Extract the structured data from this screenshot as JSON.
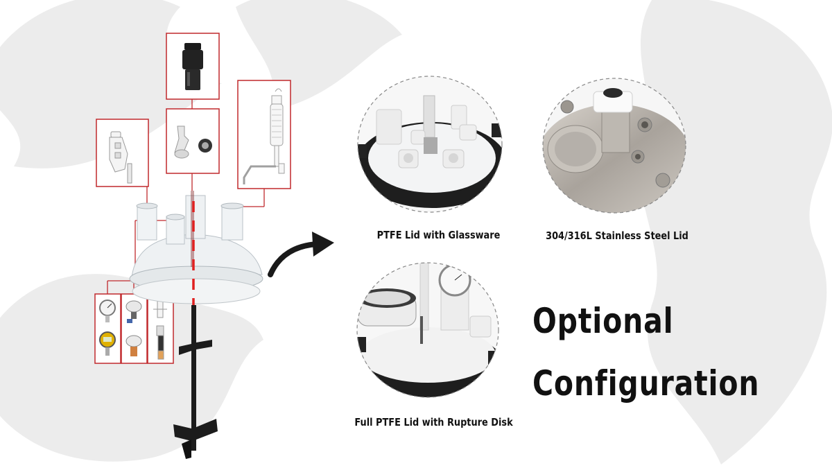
{
  "options": [
    {
      "id": "ptfe-glass",
      "label": "PTFE Lid with Glassware"
    },
    {
      "id": "steel",
      "label": "304/316L Stainless Steel Lid"
    },
    {
      "id": "full-ptfe",
      "label": "Full PTFE Lid with Rupture Disk"
    }
  ],
  "headline": {
    "line1": "Optional",
    "line2": "Configuration"
  },
  "colors": {
    "frame": "#c0282c",
    "dashed_axis": "#e02020",
    "text": "#111111",
    "background_leaf": "#ececec"
  }
}
